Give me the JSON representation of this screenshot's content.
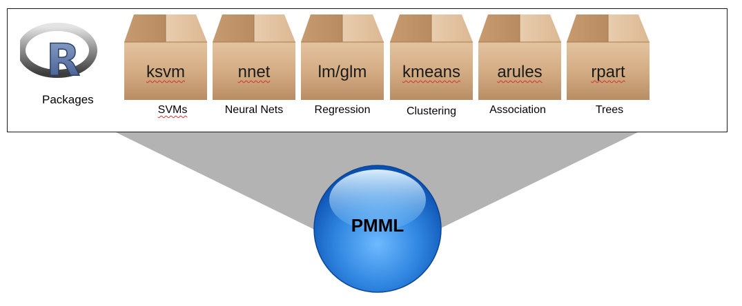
{
  "colors": {
    "funnel": "#b3b3b3",
    "panel_border": "#1a1a1a",
    "box_front": "#d6b08a",
    "box_shadow": "#a67a52",
    "sphere_main": "#2f86e0",
    "sphere_dark": "#0b4fb0",
    "sphere_light": "#a9dcff",
    "spell_underline": "#d03030"
  },
  "logo": {
    "name": "r-logo",
    "letter": "R"
  },
  "packages_label": "Packages",
  "packages": [
    {
      "name": "ksvm",
      "category": "SVMs"
    },
    {
      "name": "nnet",
      "category": "Neural Nets"
    },
    {
      "name": "lm/glm",
      "category": "Regression"
    },
    {
      "name": "kmeans",
      "category": "Clustering"
    },
    {
      "name": "arules",
      "category": "Association"
    },
    {
      "name": "rpart",
      "category": "Trees"
    }
  ],
  "output": {
    "label": "PMML"
  }
}
